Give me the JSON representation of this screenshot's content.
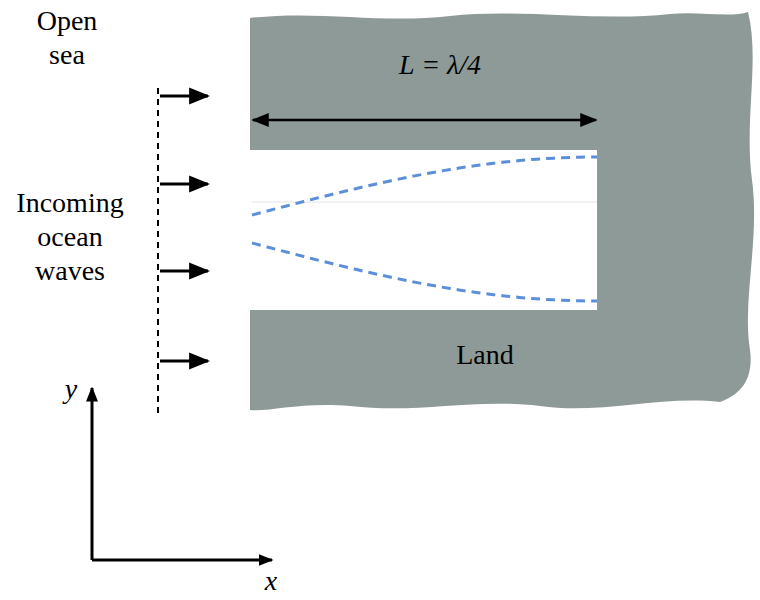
{
  "diagram": {
    "labels": [
      "Open sea",
      "L = λ/4",
      "Incoming ocean waves",
      "Land",
      "y",
      "x"
    ]
  }
}
